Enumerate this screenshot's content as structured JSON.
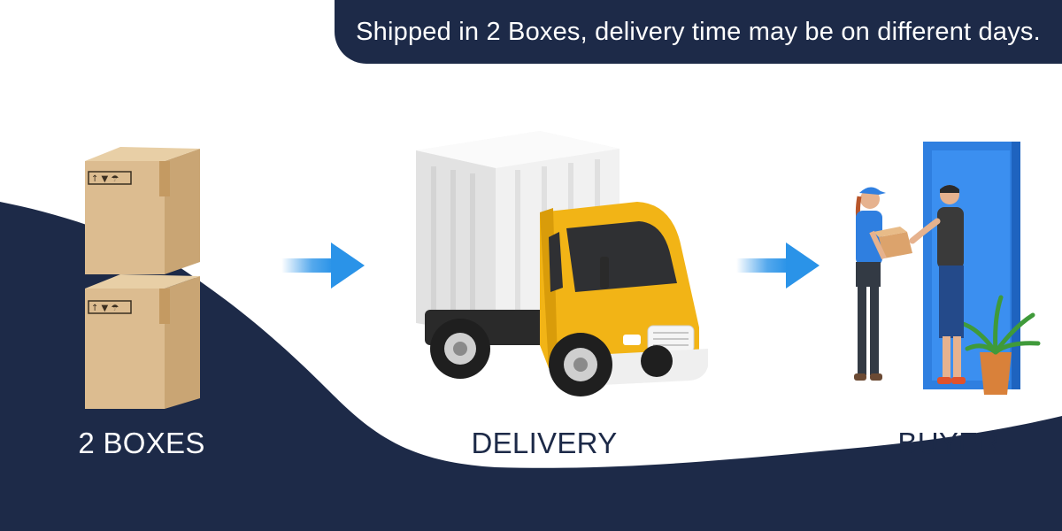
{
  "banner": {
    "text": "Shipped in 2 Boxes, delivery time may be on different days."
  },
  "steps": [
    {
      "label": "2 BOXES",
      "icon": "boxes-icon"
    },
    {
      "label": "DELIVERY",
      "icon": "truck-icon"
    },
    {
      "label": "BUYER",
      "icon": "courier-handover-icon"
    }
  ],
  "colors": {
    "navy": "#1d2a48",
    "arrow_blue": "#2a93e8",
    "truck_yellow": "#f2b416",
    "box_tan": "#dcbc90",
    "door_blue": "#2f7fe0",
    "white": "#ffffff"
  }
}
